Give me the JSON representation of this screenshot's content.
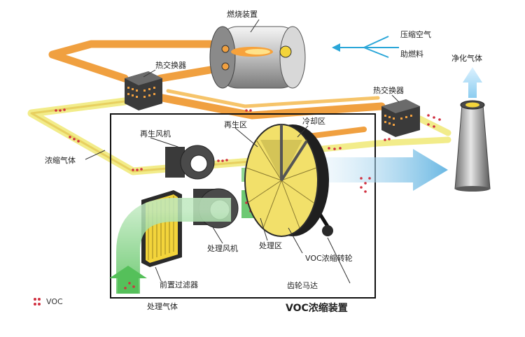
{
  "labels": {
    "combustion": "燃烧装置",
    "compressed_air": "压缩空气",
    "fuel": "助燃料",
    "purified_gas": "净化气体",
    "heat_exchanger_left": "热交换器",
    "heat_exchanger_right": "热交换器",
    "regen_fan": "再生风机",
    "regen_zone": "再生区",
    "cooling_zone": "冷却区",
    "concentrated_gas": "浓缩气体",
    "process_fan": "处理风机",
    "process_zone": "处理区",
    "voc_rotor": "VOC浓缩转轮",
    "pre_filter": "前置过滤器",
    "gear_motor": "齿轮马达",
    "process_gas": "处理气体",
    "legend_voc": "VOC",
    "device_title": "VOC浓缩装置"
  },
  "colors": {
    "hot_duct": "#f0a040",
    "warm_duct": "#e8d060",
    "light_duct": "#f2ec8a",
    "green_flow": "#7fd07f",
    "blue_flow": "#5ab0e0",
    "voc_dot": "#d03040",
    "rotor_face": "#f2e06a",
    "rotor_edge": "#2a2a2a",
    "fan_gray": "#555555"
  }
}
